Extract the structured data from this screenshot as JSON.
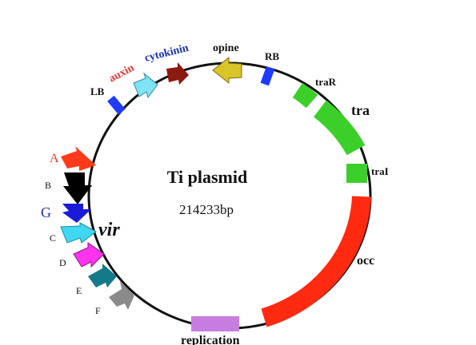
{
  "plasmid": {
    "name": "Ti plasmid",
    "size": "214233bp"
  },
  "labels": {
    "lb": "LB",
    "auxin": "auxin",
    "cytokinin": "cytokinin",
    "opine": "opine",
    "rb": "RB",
    "traR": "traR",
    "tra": "tra",
    "traI": "traI",
    "occ": "occ",
    "replication": "replication",
    "vir": "vir",
    "vir_genes": {
      "A": "A",
      "B": "B",
      "G": "G",
      "C": "C",
      "D": "D",
      "E": "E",
      "F": "F"
    }
  },
  "colors": {
    "backbone": "#111111",
    "lb": "#1f3bff",
    "auxin_text": "#e03a3a",
    "auxin": "#7fe3f5",
    "cytokinin_text": "#1a2fb0",
    "cytokinin": "#8b1a10",
    "opine": "#d9c42a",
    "rb": "#1f3bff",
    "tra": "#3ccf2a",
    "occ": "#ff2a10",
    "replication": "#c77de0",
    "vir_A": "#ff3a1a",
    "vir_B": "#000000",
    "vir_G": "#1a1ad8",
    "vir_C": "#3fd8f0",
    "vir_D": "#ff33ee",
    "vir_E": "#147a8a",
    "vir_F": "#8a8a8a"
  }
}
